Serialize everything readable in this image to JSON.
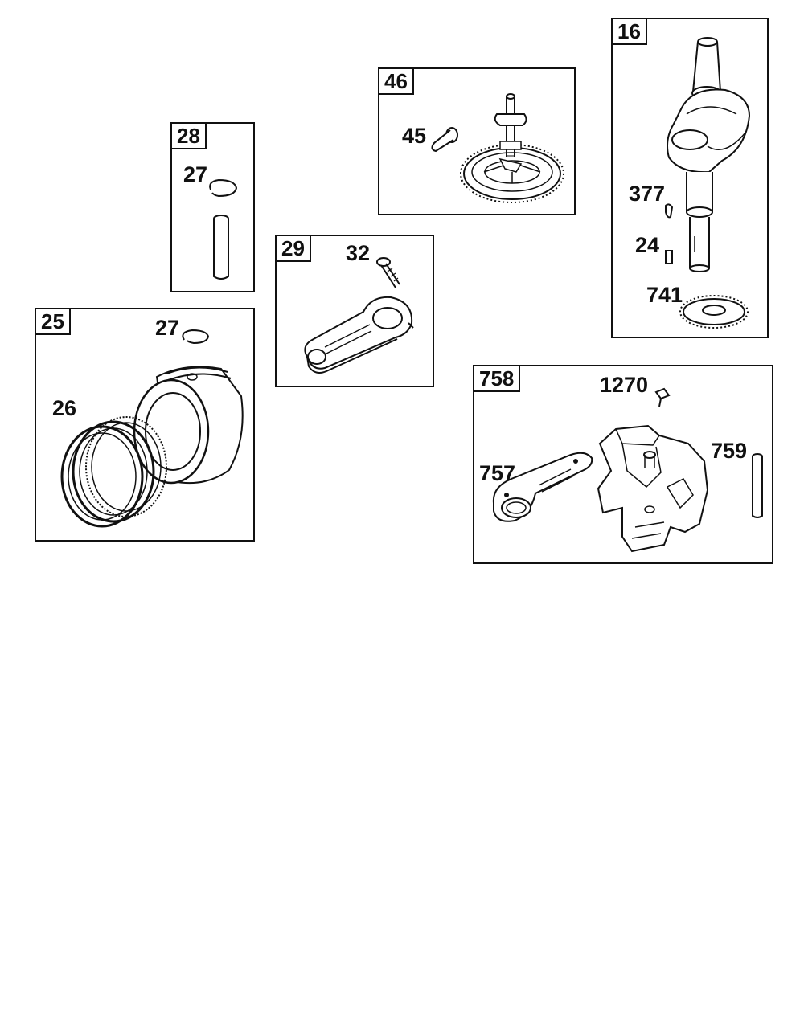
{
  "groups": {
    "g28": {
      "number": "28",
      "parts": {
        "retainer": "27"
      }
    },
    "g25": {
      "number": "25",
      "parts": {
        "retainer": "27",
        "rings": "26"
      }
    },
    "g29": {
      "number": "29",
      "parts": {
        "bolt": "32"
      }
    },
    "g46": {
      "number": "46",
      "parts": {
        "pin": "45"
      }
    },
    "g16": {
      "number": "16",
      "parts": {
        "key": "377",
        "small_key": "24",
        "gear": "741"
      }
    },
    "g758": {
      "number": "758",
      "parts": {
        "screw": "1270",
        "pin": "759",
        "plate": "757"
      }
    }
  }
}
